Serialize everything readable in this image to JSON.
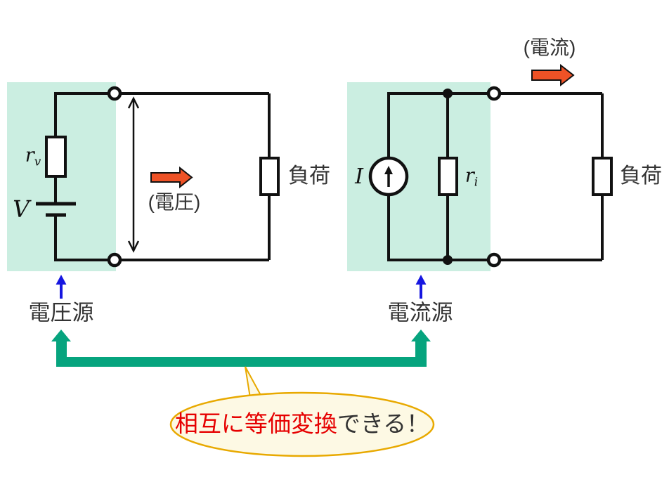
{
  "colors": {
    "highlight_green": "#cbeee1",
    "line_black": "#111111",
    "bracket_green": "#06a47e",
    "arrow_orange": "#ee5226",
    "arrow_blue": "#1616e0",
    "callout_fill": "#fdf9e4",
    "callout_border": "#e8a900",
    "callout_red_text": "#e60000",
    "text_dark": "#333333",
    "white": "#ffffff"
  },
  "left_circuit": {
    "source_label": "電圧源",
    "quantity_label": "(電圧)",
    "load_label": "負荷",
    "emf_symbol": "V",
    "internal_resistance_symbol": {
      "base": "r",
      "sub": "v"
    }
  },
  "right_circuit": {
    "source_label": "電流源",
    "quantity_label": "(電流)",
    "load_label": "負荷",
    "current_symbol": "I",
    "internal_resistance_symbol": {
      "base": "r",
      "sub": "i"
    }
  },
  "callout": {
    "highlight_text": "相互に等価変換",
    "normal_text": "できる！"
  }
}
